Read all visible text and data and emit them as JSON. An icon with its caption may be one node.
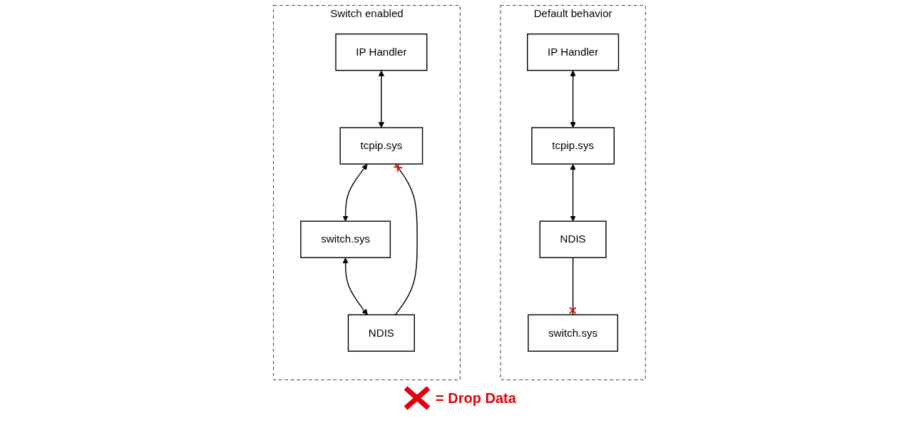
{
  "diagram": {
    "nodes": [
      {
        "text": [
          "Default behavior"
        ]
      },
      {
        "text": [
          "IP Handler"
        ],
        "in": 0
      },
      {
        "text": [
          "tcpip.sys"
        ],
        "in": 0
      },
      {
        "text": [
          "switch.sys"
        ],
        "in": 0
      },
      {
        "text": [
          "NDIS"
        ],
        "in": 0
      },
      {
        "text": [
          "Switch enabled"
        ]
      },
      {
        "text": [
          "IP Handler"
        ],
        "in": 5
      },
      {
        "text": [
          "tcpip.sys"
        ],
        "in": 5
      },
      {
        "text": [
          "switch.sys"
        ],
        "in": 5
      },
      {
        "text": [
          "NDIS"
        ],
        "in": 5
      }
    ],
    "edges": [
      {
        "from": 1,
        "to": 2,
        "arrow": "both"
      },
      {
        "from": 2,
        "to": 4,
        "arrow": "both"
      },
      {
        "from": 4,
        "to": 3,
        "arrow": "other"
      },
      {
        "from": 6,
        "to": 7,
        "arrow": "both"
      },
      {
        "from": 7,
        "to": 8,
        "arrow": "both"
      },
      {
        "from": 9,
        "to": 7,
        "arrow": "other"
      },
      {
        "from": 8,
        "to": 9,
        "arrow": "both"
      }
    ],
    "legend": [
      {
        "text": "= Drop Data"
      }
    ]
  }
}
